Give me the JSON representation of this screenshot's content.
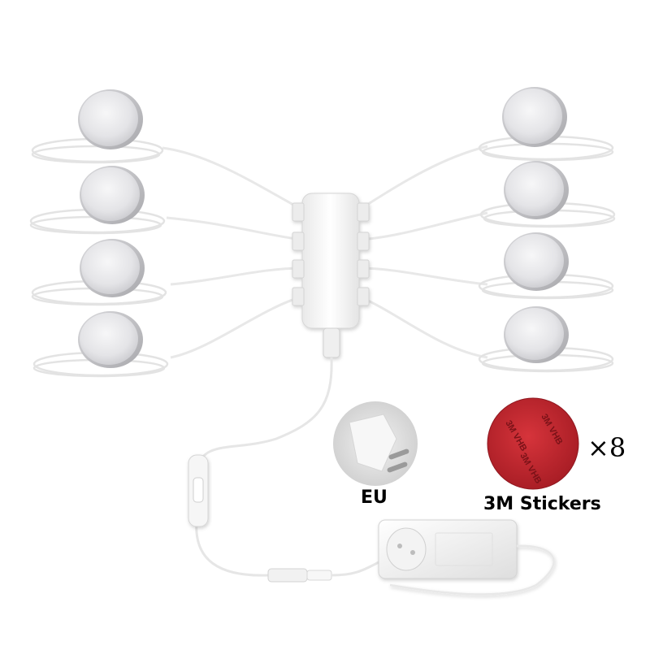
{
  "labels": {
    "plug_type": "EU",
    "stickers": "3M Stickers",
    "sticker_quantity": "×8"
  },
  "sticker_print": "3M VHB",
  "colors": {
    "background": "#ffffff",
    "sticker_red": "#c4262e",
    "cable_white": "#f4f4f4",
    "light_face": "#e9e9eb"
  }
}
